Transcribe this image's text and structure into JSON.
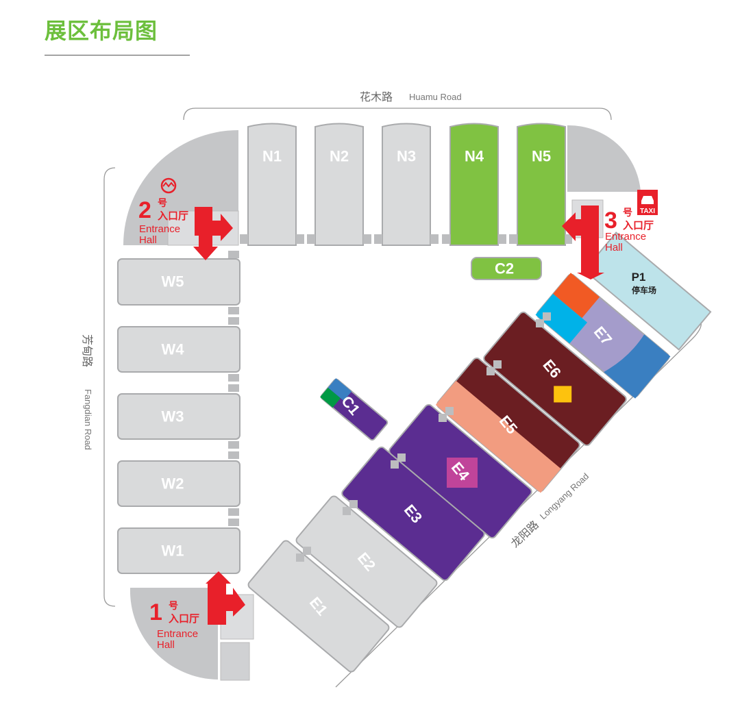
{
  "title": "展区布局图",
  "roads": {
    "north": {
      "cn": "花木路",
      "en": "Huamu Road"
    },
    "west": {
      "cn": "芳甸路",
      "en": "Fangdian Road"
    },
    "east": {
      "cn": "龙阳路",
      "en": "Longyang Road"
    }
  },
  "halls": {
    "north": [
      "N1",
      "N2",
      "N3",
      "N4",
      "N5"
    ],
    "west": [
      "W5",
      "W4",
      "W3",
      "W2",
      "W1"
    ],
    "east": [
      "E1",
      "E2",
      "E3",
      "E4",
      "E5",
      "E6",
      "E7"
    ],
    "central": [
      "C1",
      "C2"
    ]
  },
  "parking": {
    "label": "P1",
    "cn": "停车场"
  },
  "entrances": [
    {
      "num": "1",
      "cn_top": "号",
      "cn": "入口厅",
      "en1": "Entrance",
      "en2": "Hall"
    },
    {
      "num": "2",
      "cn_top": "号",
      "cn": "入口厅",
      "en1": "Entrance",
      "en2": "Hall"
    },
    {
      "num": "3",
      "cn_top": "号",
      "cn": "入口厅",
      "en1": "Entrance",
      "en2": "Hall"
    }
  ],
  "taxi": "TAXI",
  "colors": {
    "gray": "#d9dadb",
    "green": "#80c242",
    "purple": "#5b2d91",
    "maroon": "#6b1e22",
    "salmon": "#f29c80",
    "red": "#e8202a",
    "lavender": "#a49ccb",
    "blue": "#3a7fc1",
    "cyan": "#00b2e8",
    "orange": "#f15a24",
    "p1": "#bde3ea"
  }
}
